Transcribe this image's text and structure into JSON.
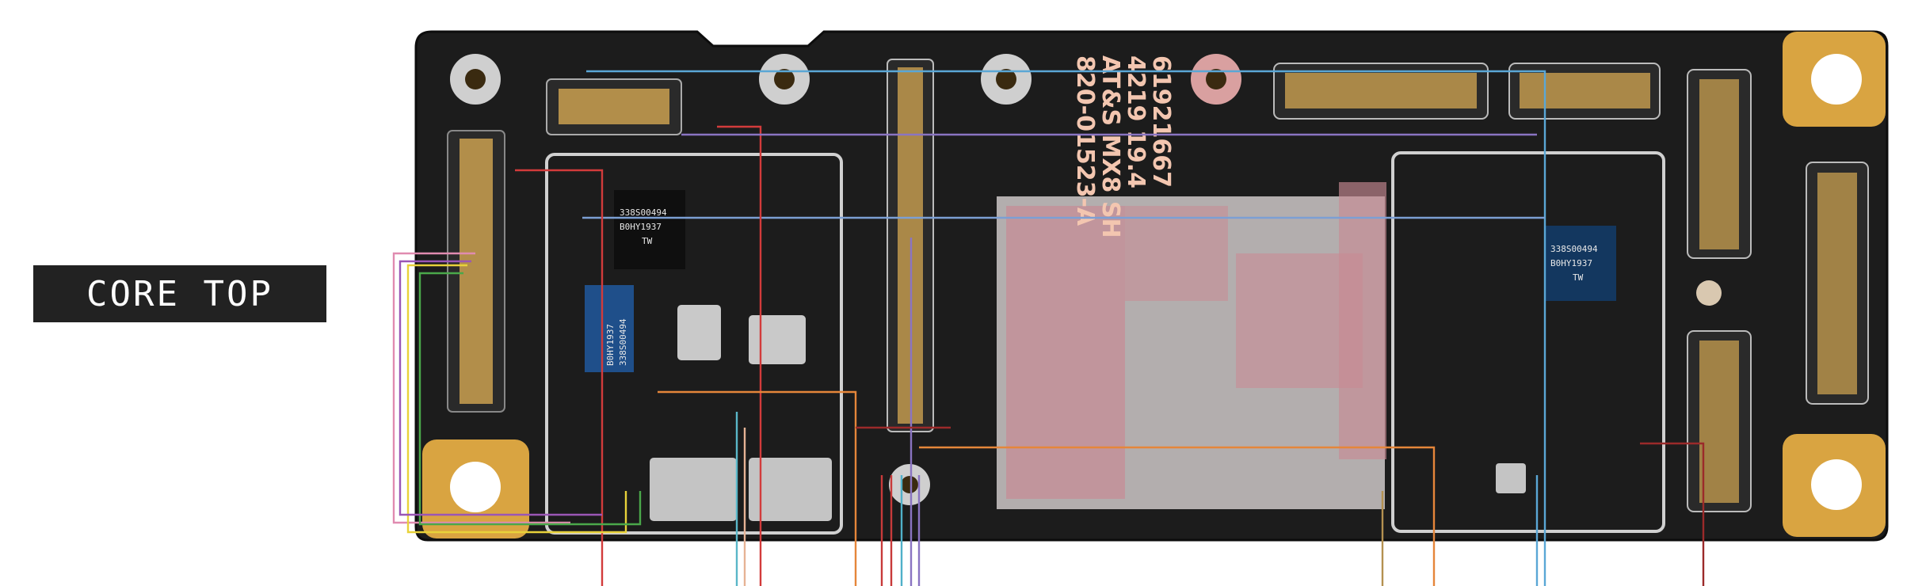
{
  "title_box": {
    "label": "CORE TOP"
  },
  "board_markings": {
    "line1": "820-01523-A",
    "line2": "AT&S MX8 SH",
    "line3": "4219  19.4",
    "line4": "61921667"
  },
  "chips": {
    "pmic_left_top": {
      "line1": "338S00494",
      "line2": "B0HY1937",
      "line3": "TW"
    },
    "pmic_left_blue": {
      "line1": "338S00494",
      "line2": "B0HY1937"
    },
    "pmic_right": {
      "line1": "338S00494",
      "line2": "B0HY1937",
      "line3": "TW"
    }
  },
  "colors": {
    "board": "#1c1c1c",
    "gold": "#d9a441",
    "pink_overlay": "#c88a94",
    "silver": "#b9b9b9",
    "wire_blue": "#5aa7d6",
    "wire_red": "#d23b3b",
    "wire_purple": "#8a74c2",
    "wire_orange": "#e5863a",
    "wire_yellow": "#e8d23a",
    "wire_green": "#4aa84a",
    "wire_pink": "#e08bb0"
  }
}
